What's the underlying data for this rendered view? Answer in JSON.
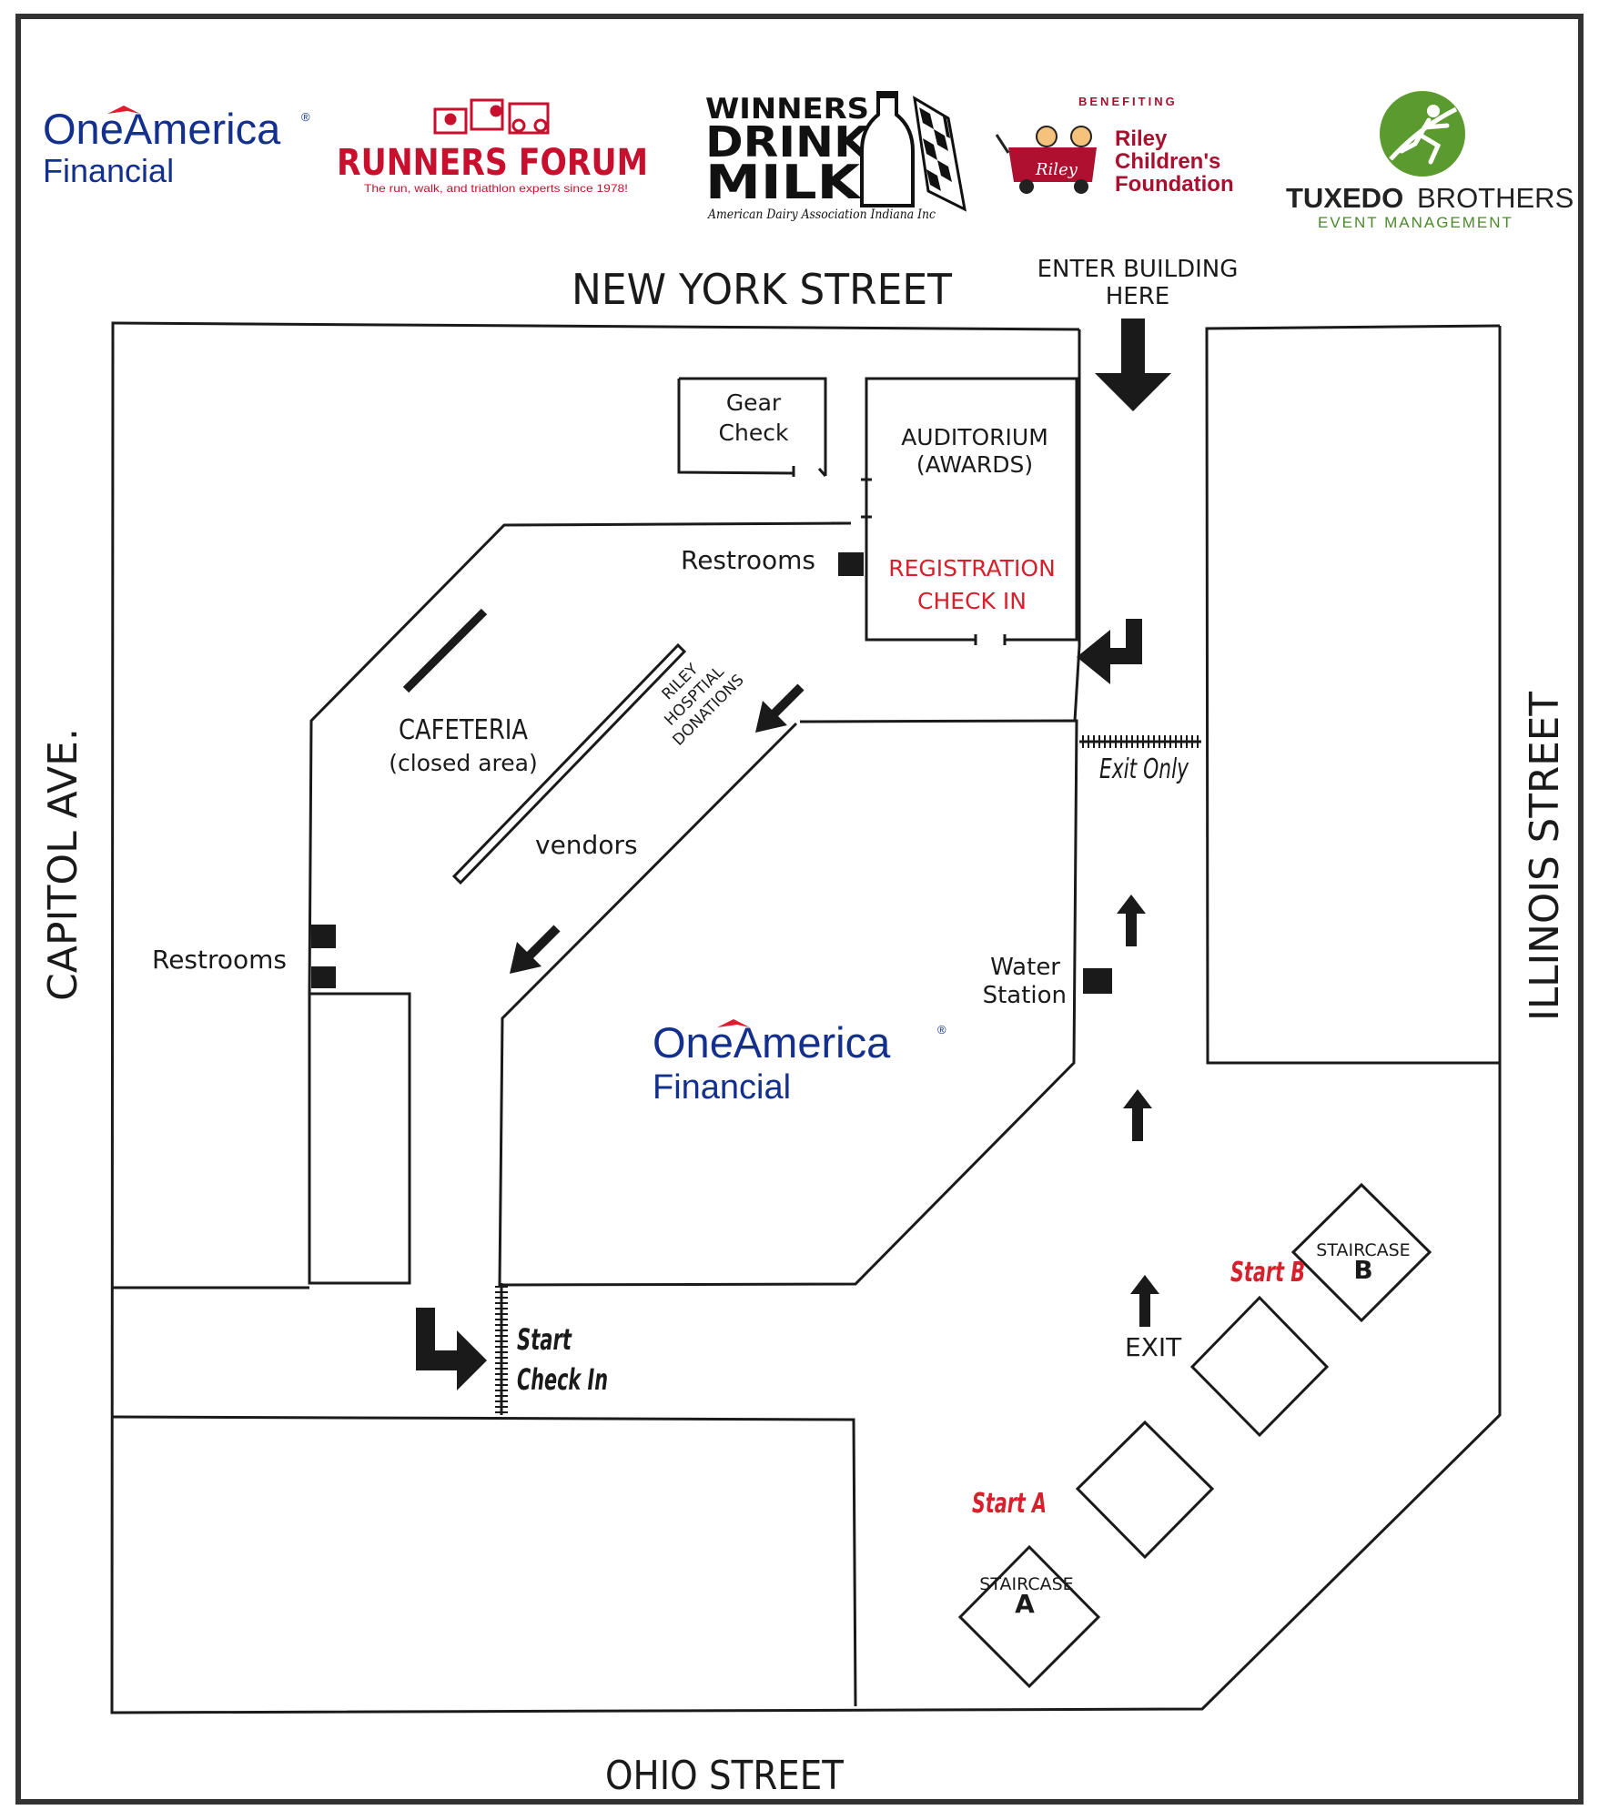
{
  "logos": {
    "oneamerica_top": {
      "line1": "OneAmerica",
      "reg": "®",
      "line2": "Financial"
    },
    "runners_forum": {
      "title": "RUNNERS FORUM",
      "tagline": "The run, walk, and triathlon experts since 1978!"
    },
    "winners_drink_milk": {
      "line1": "WINNERS",
      "line2": "DRINK",
      "line3": "MILK",
      "tagline": "American Dairy Association Indiana Inc"
    },
    "riley": {
      "benefiting": "BENEFITING",
      "line1": "Riley",
      "line2": "Children's",
      "line3": "Foundation",
      "wagon": "Riley"
    },
    "tuxedo": {
      "bold": "TUXEDO",
      "light": "BROTHERS",
      "sub": "EVENT MANAGEMENT"
    }
  },
  "streets": {
    "north": "NEW YORK STREET",
    "south": "OHIO STREET",
    "west": "CAPITOL AVE.",
    "east": "ILLINOIS STREET"
  },
  "labels": {
    "enter_line1": "ENTER BUILDING",
    "enter_line2": "HERE",
    "gear_line1": "Gear",
    "gear_line2": "Check",
    "auditorium_line1": "AUDITORIUM",
    "auditorium_line2": "(AWARDS)",
    "registration_line1": "REGISTRATION",
    "registration_line2": "CHECK IN",
    "restrooms_upper": "Restrooms",
    "restrooms_lower": "Restrooms",
    "cafeteria_line1": "CAFETERIA",
    "cafeteria_line2": "(closed area)",
    "riley_line1": "RILEY",
    "riley_line2": "HOSPTIAL",
    "riley_line3": "DONATIONS",
    "vendors": "vendors",
    "exit_only": "Exit Only",
    "water_line1": "Water",
    "water_line2": "Station",
    "start_checkin_line1": "Start",
    "start_checkin_line2": "Check In",
    "exit": "EXIT",
    "start_a": "Start A",
    "start_b": "Start B",
    "staircase_a": "STAIRCASE",
    "staircase_a_letter": "A",
    "staircase_b": "STAIRCASE",
    "staircase_b_letter": "B"
  },
  "center_logo": {
    "line1": "OneAmerica",
    "reg": "®",
    "line2": "Financial"
  },
  "colors": {
    "brand_blue": "#13308e",
    "brand_red": "#e31b2e",
    "label_red": "#d6202b",
    "riley_red": "#a8102f",
    "tux_green": "#4a8a2a"
  }
}
